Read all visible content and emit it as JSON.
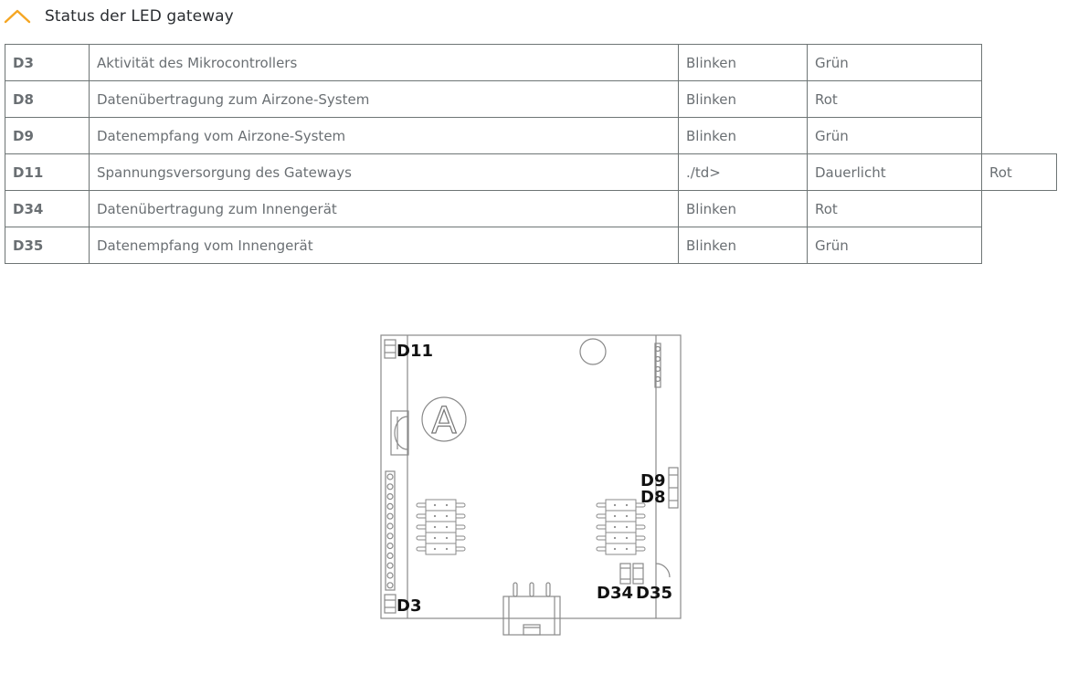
{
  "section": {
    "title": "Status der LED gateway",
    "toggle_icon": "chevron-up-icon",
    "accent_color": "#f5a623"
  },
  "table": {
    "rows": [
      {
        "code": "D3",
        "description": "Aktivität des Mikrocontrollers",
        "mode": "Blinken",
        "color": "Grün"
      },
      {
        "code": "D8",
        "description": "Datenübertragung zum Airzone-System",
        "mode": "Blinken",
        "color": "Rot"
      },
      {
        "code": "D9",
        "description": "Datenempfang vom Airzone-System",
        "mode": "Blinken",
        "color": "Grün"
      },
      {
        "code": "D11",
        "description": "Spannungsversorgung des Gateways",
        "mode": "./td>",
        "color": "Dauerlicht",
        "extra": "Rot"
      },
      {
        "code": "D34",
        "description": "Datenübertragung zum Innengerät",
        "mode": "Blinken",
        "color": "Rot"
      },
      {
        "code": "D35",
        "description": "Datenempfang vom Innengerät",
        "mode": "Blinken",
        "color": "Grün"
      }
    ]
  },
  "diagram": {
    "labels": {
      "d11": "D11",
      "d3": "D3",
      "d9": "D9",
      "d8": "D8",
      "d34": "D34",
      "d35": "D35",
      "logo": "A"
    }
  }
}
